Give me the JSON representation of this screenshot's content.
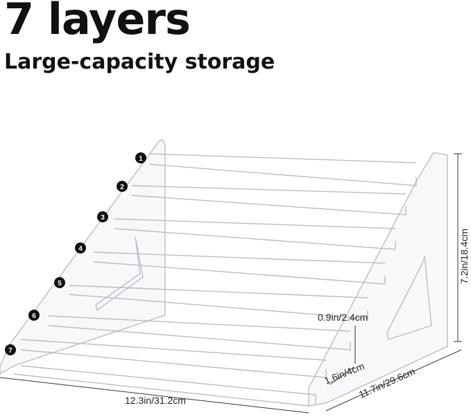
{
  "heading": {
    "title": "7 layers",
    "subtitle": "Large-capacity storage"
  },
  "product": {
    "layers": [
      "1",
      "2",
      "3",
      "4",
      "5",
      "6",
      "7"
    ]
  },
  "dimensions": {
    "width": "12.3in/31.2cm",
    "depth": "11.7in/29.6cm",
    "height": "7.2in/18.4cm",
    "step_height": "0.9in/2.4cm",
    "step_depth": "1.6in/4cm"
  }
}
